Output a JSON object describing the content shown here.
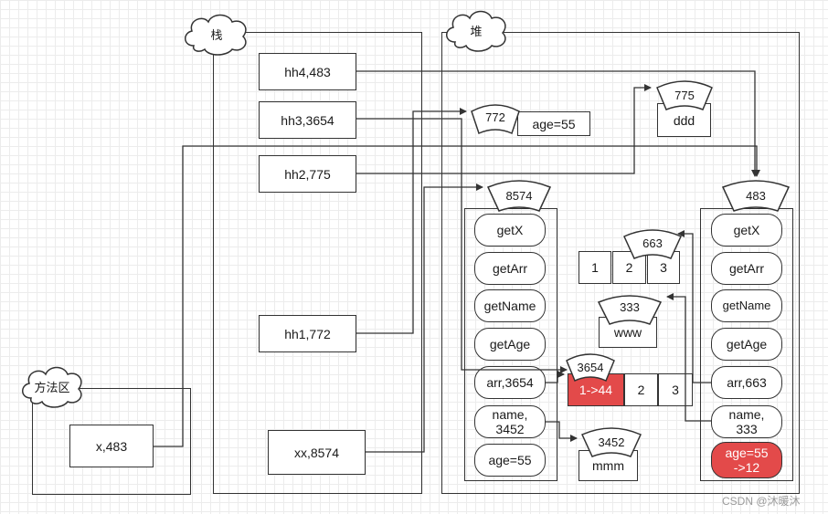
{
  "regions": {
    "stack_label": "栈",
    "heap_label": "堆",
    "method_area_label": "方法区"
  },
  "stack": {
    "hh4": "hh4,483",
    "hh3": "hh3,3654",
    "hh2": "hh2,775",
    "hh1": "hh1,772",
    "xx": "xx,8574"
  },
  "method_area": {
    "x": "x,483"
  },
  "heap": {
    "obj772": {
      "addr": "772",
      "field": "age=55"
    },
    "obj775": {
      "addr": "775",
      "field": "ddd"
    },
    "obj8574": {
      "addr": "8574",
      "members": [
        "getX",
        "getArr",
        "getName",
        "getAge",
        "arr,3654",
        "name,\n3452",
        "age=55"
      ]
    },
    "obj483": {
      "addr": "483",
      "members": [
        "getX",
        "getArr",
        "getName",
        "getAge",
        "arr,663",
        "name,\n333",
        "age=55\n->12"
      ]
    },
    "arr663": {
      "addr": "663",
      "cells": [
        "1",
        "2",
        "3"
      ]
    },
    "str333": {
      "addr": "333",
      "value": "www"
    },
    "arr3654": {
      "addr": "3654",
      "cells": [
        "1->44",
        "2",
        "3"
      ]
    },
    "str3452": {
      "addr": "3452",
      "value": "mmm"
    }
  },
  "colors": {
    "highlight": "#e34a4a"
  },
  "watermark": "CSDN @沐暖沐"
}
